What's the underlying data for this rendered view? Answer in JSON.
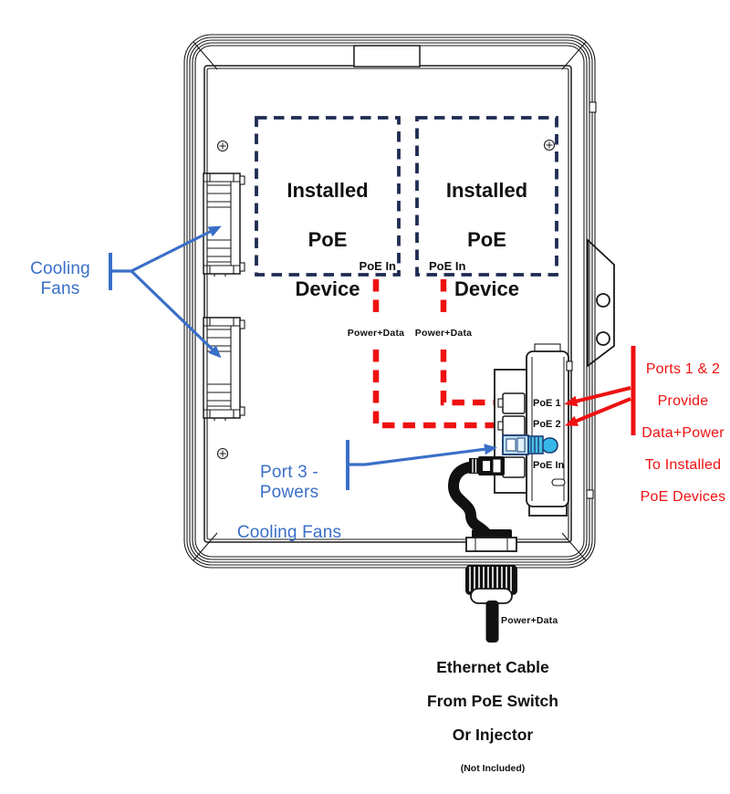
{
  "colors": {
    "navy": "#1f2c52",
    "red": "#ee1111",
    "blue": "#3a6fc8",
    "cyan": "#35b8e8",
    "cyan_light": "#bde0f5",
    "cyan_mid": "#49c0e8"
  },
  "cooling_fans": {
    "label": "Cooling Fans"
  },
  "installed_devices": [
    {
      "lines": [
        "Installed",
        "PoE",
        "Device"
      ],
      "port_label": "PoE In",
      "cable_label": "Power+Data"
    },
    {
      "lines": [
        "Installed",
        "PoE",
        "Device"
      ],
      "port_label": "PoE In",
      "cable_label": "Power+Data"
    }
  ],
  "port3_note": {
    "lines": [
      "Port 3 - Powers",
      "Cooling Fans"
    ]
  },
  "poe_block": {
    "port1_label": "PoE 1",
    "port2_label": "PoE 2",
    "port_in_label": "PoE In"
  },
  "ports_1_2_note": {
    "lines": [
      "Ports 1 & 2",
      "Provide",
      "Data+Power",
      "To Installed",
      "PoE Devices"
    ]
  },
  "incoming_cable": {
    "cable_label": "Power+Data",
    "caption_lines": [
      "Ethernet Cable",
      "From PoE Switch",
      "Or Injector"
    ],
    "caption_note": "(Not Included)"
  }
}
